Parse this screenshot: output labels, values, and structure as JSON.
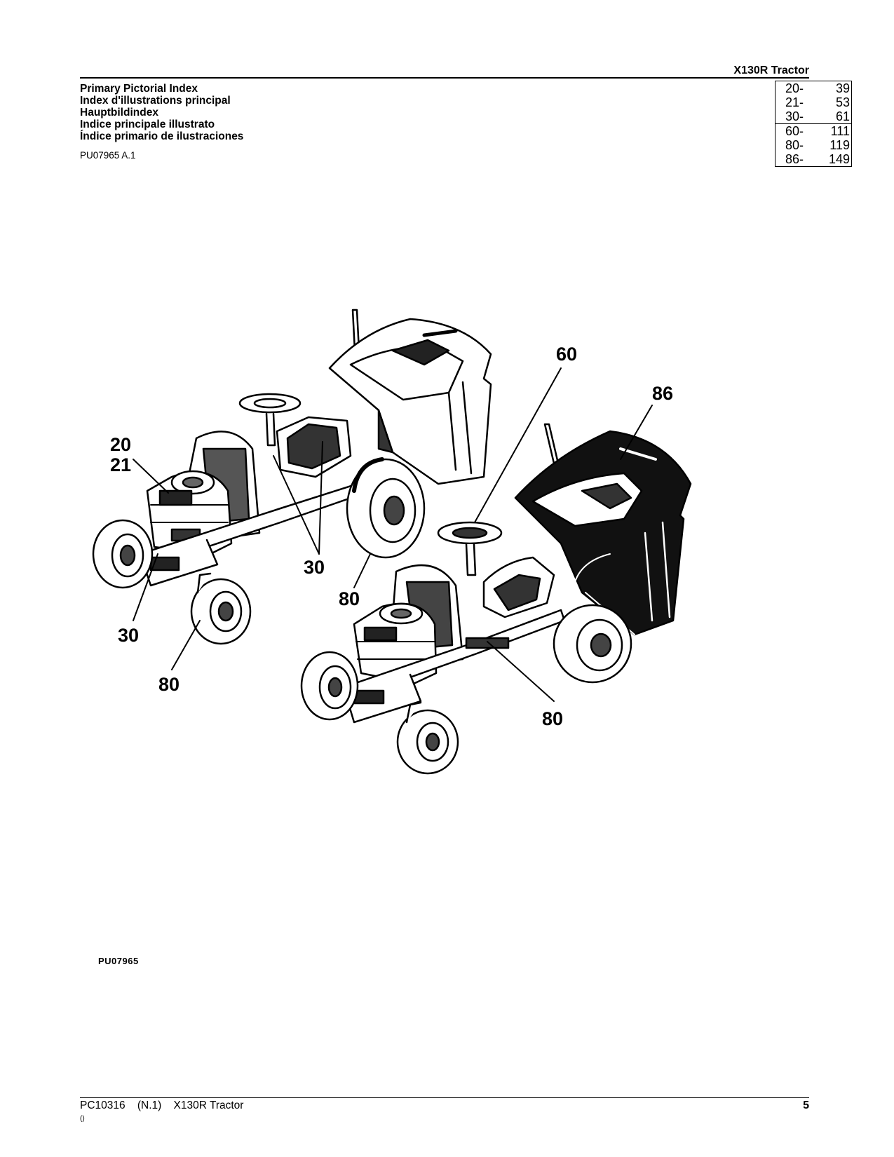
{
  "header": {
    "title": "X130R  Tractor"
  },
  "titles": [
    "Primary Pictorial Index",
    "Index d'illustrations principal",
    "Hauptbildindex",
    "Indice principale illustrato",
    "Índice primario de ilustraciones"
  ],
  "doc_id": "PU07965 A.1",
  "index_groups": [
    [
      {
        "code": "20-",
        "page": "39"
      },
      {
        "code": "21-",
        "page": "53"
      },
      {
        "code": "30-",
        "page": "61"
      }
    ],
    [
      {
        "code": "60-",
        "page": "111"
      },
      {
        "code": "80-",
        "page": "119"
      },
      {
        "code": "86-",
        "page": "149"
      }
    ]
  ],
  "callouts": {
    "c20": "20",
    "c21": "21",
    "c30a": "30",
    "c30b": "30",
    "c80a": "80",
    "c80b": "80",
    "c80c": "80",
    "c60": "60",
    "c86": "86"
  },
  "figure_id": "PU07965",
  "footer": {
    "left": "PC10316    (N.1)    X130R Tractor",
    "page": "5",
    "small": "()"
  }
}
